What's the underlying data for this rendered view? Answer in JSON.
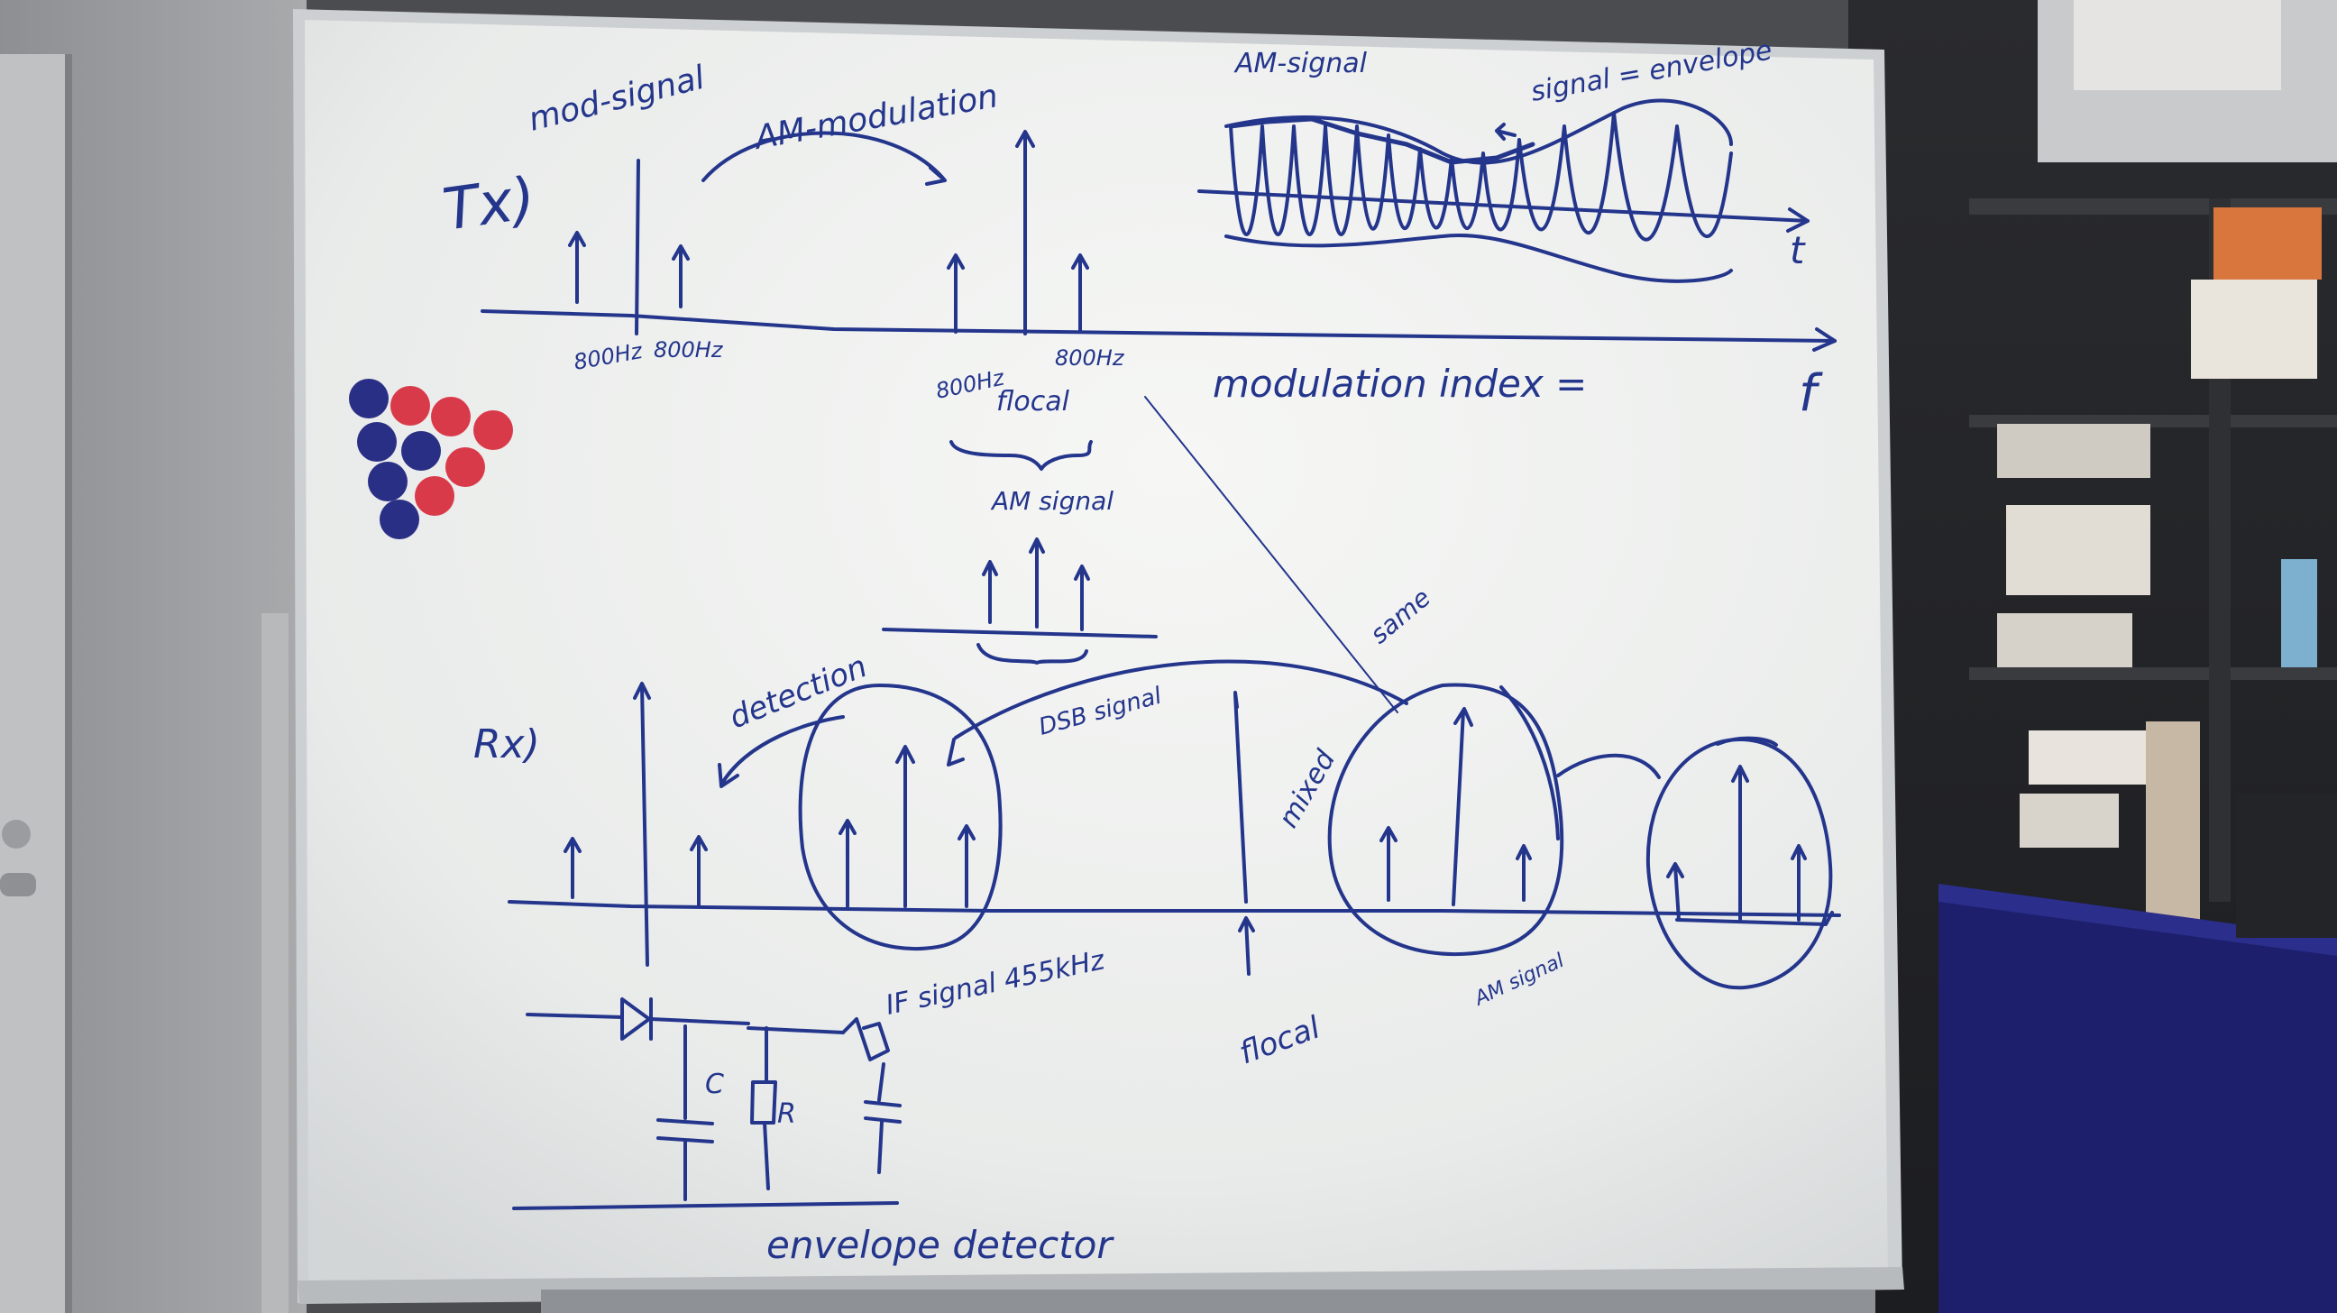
{
  "photo": {
    "whiteboard": {
      "tx_section": {
        "label": "Tx)",
        "mod_signal_label": "mod-signal",
        "am_modulation_label": "AM-modulation",
        "freq_label_left": "800Hz",
        "freq_label_right": "800Hz",
        "sideband_label_left": "800Hz",
        "sideband_label_right": "800Hz",
        "local_label": "flocal",
        "f_axis_label": "f"
      },
      "am_signal_plot": {
        "title": "AM-signal",
        "note": "signal = envelope",
        "t_axis_label": "t"
      },
      "modulation_index_label": "modulation index =",
      "am_signal_small_label": "AM signal",
      "rx_section": {
        "label": "Rx)",
        "detection_label": "detection",
        "dsb_label": "DSB signal",
        "mixed_label": "mixed",
        "same_label": "same",
        "local_label": "flocal",
        "am_signal_label": "AM signal"
      },
      "circuit": {
        "c_label": "C",
        "r_label": "R",
        "if_label": "IF signal 455kHz",
        "caption": "envelope detector"
      }
    },
    "colors": {
      "marker_blue": "#24358c",
      "board_white": "#f1f2f0",
      "magnet_red": "#d93a4a",
      "magnet_blue": "#2a2f86"
    }
  }
}
